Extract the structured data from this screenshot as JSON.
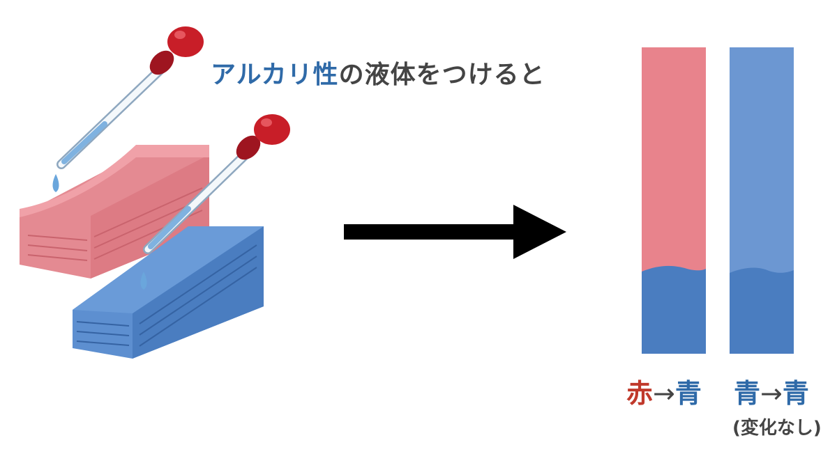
{
  "heading": {
    "highlight": "アルカリ性",
    "rest": "の液体をつけると"
  },
  "results": [
    {
      "from": "赤",
      "arrow": "→",
      "to": "青"
    },
    {
      "from": "青",
      "arrow": "→",
      "to": "青",
      "note": "(変化なし)"
    }
  ],
  "colors": {
    "red_paper": "#e8838c",
    "blue_paper": "#4a7dc0",
    "highlight_blue": "#2f6aa8",
    "label_red": "#c0392b",
    "label_blue": "#2f6aa8",
    "dropper_bulb": "#c81e28",
    "text": "#444444",
    "arrow": "#000000"
  }
}
